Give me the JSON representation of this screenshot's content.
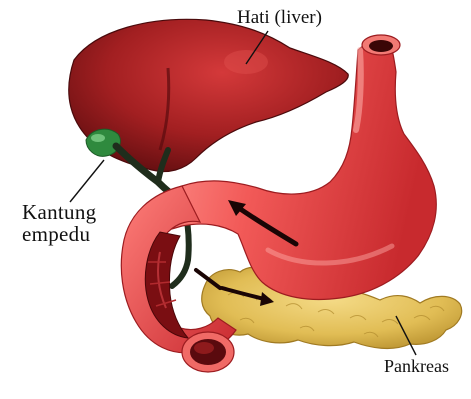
{
  "labels": {
    "liver": "Hati (liver)",
    "gallbladder_line1": "Kantung",
    "gallbladder_line2": "empedu",
    "pancreas": "Pankreas"
  },
  "colors": {
    "liver": "#8e1a1c",
    "liver_dark": "#5a0c0e",
    "stomach": "#ef4a4a",
    "stomach_light": "#ff9a94",
    "duodenum": "#e8393d",
    "pancreas": "#e3c15a",
    "gallbladder": "#2f8a3e",
    "bile_duct": "#1f2d1c",
    "pointer_line": "#111111",
    "flow_arrow": "#1a0505"
  }
}
